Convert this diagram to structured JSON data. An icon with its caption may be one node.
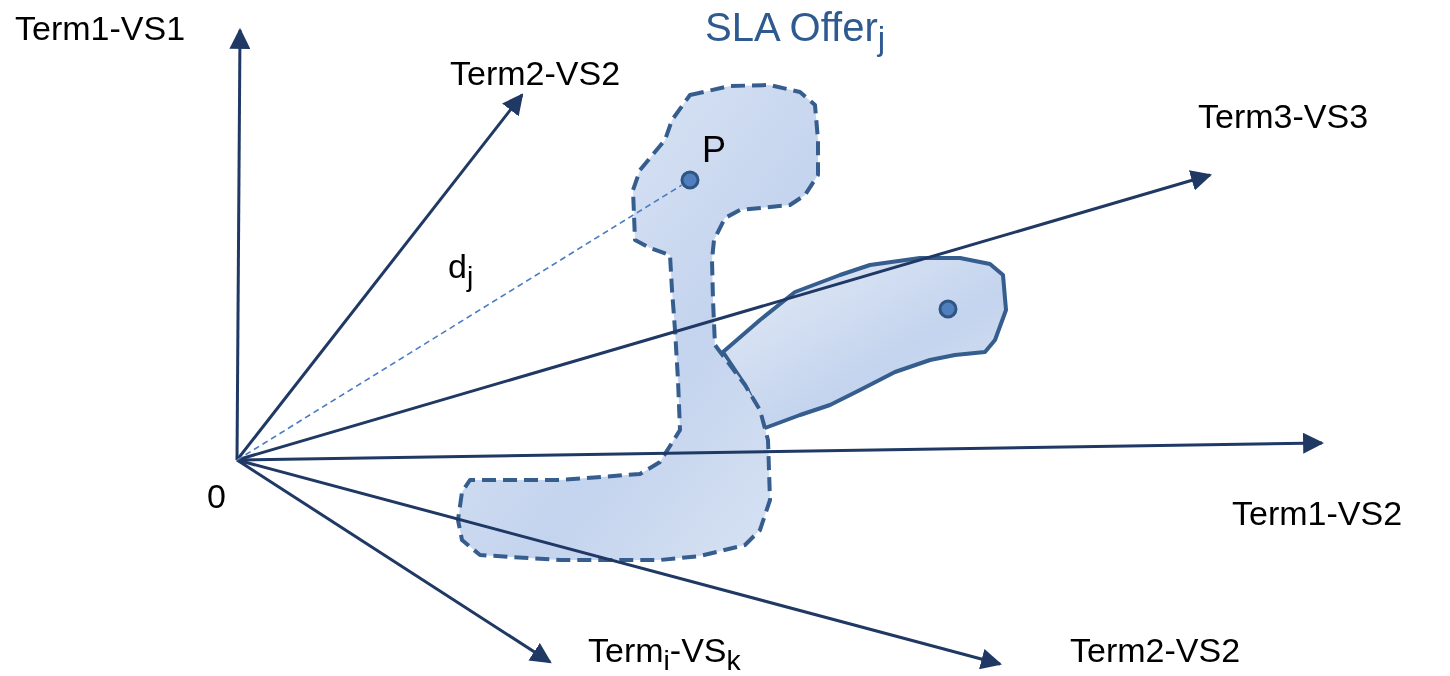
{
  "diagram": {
    "nodes": [
      {
        "text": [
          "SLA Offer$_{j}$"
        ]
      },
      {
        "text": [
          "P"
        ],
        "in": 0
      },
      {
        "text": [],
        "shape": "cloud"
      },
      {
        "text": [],
        "shape": "circle",
        "in": 2
      }
    ],
    "edges": [
      {
        "from": null,
        "to": 1,
        "arrow": "none",
        "style": "dashed",
        "label": "d$_{j}$"
      }
    ],
    "labels": [
      "Term1-VS1",
      "Term2-VS2",
      "Term3-VS3",
      "0",
      "Term1-VS2",
      "Term$_{i}$-VS$_{k}$",
      "Term2-VS2"
    ]
  }
}
